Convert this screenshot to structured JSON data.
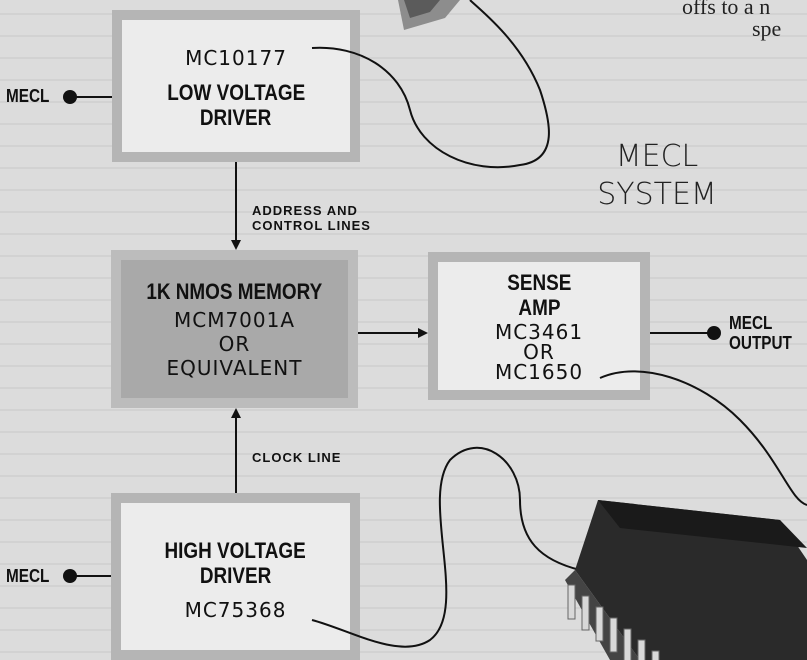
{
  "prose_fragment": [
    "offs to a n",
    "spe"
  ],
  "system_label": [
    "MECL",
    "SYSTEM"
  ],
  "boxes": {
    "low_voltage_driver": {
      "part": "MC10177",
      "title": [
        "LOW VOLTAGE",
        "DRIVER"
      ]
    },
    "memory": {
      "title": "1K NMOS MEMORY",
      "lines": [
        "MCM7001A",
        "OR",
        "EQUIVALENT"
      ]
    },
    "sense_amp": {
      "title": [
        "SENSE",
        "AMP"
      ],
      "lines": [
        "MC3461",
        "OR",
        "MC1650"
      ]
    },
    "high_voltage_driver": {
      "title": [
        "HIGH VOLTAGE",
        "DRIVER"
      ],
      "part": "MC75368"
    }
  },
  "connections": {
    "address_control": [
      "ADDRESS AND",
      "CONTROL LINES"
    ],
    "clock": "CLOCK LINE"
  },
  "io": {
    "mecl_in_top": "MECL",
    "mecl_in_bottom": "MECL",
    "mecl_output": [
      "MECL",
      "OUTPUT"
    ]
  },
  "colors": {
    "box_border": "#b5b5b5",
    "box_fill_light": "#ececec",
    "box_fill_dark": "#a9a9a9",
    "ink": "#111111"
  }
}
